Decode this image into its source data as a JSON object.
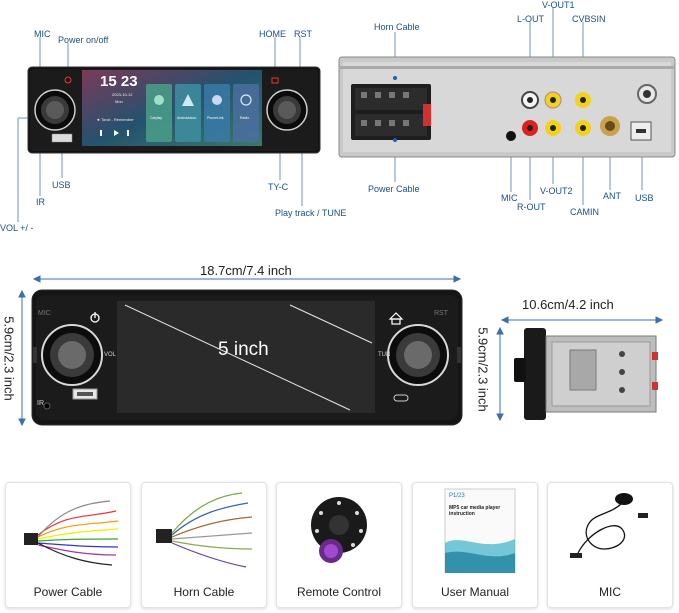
{
  "callouts": {
    "mic": "MIC",
    "power": "Power on/off",
    "home": "HOME",
    "rst": "RST",
    "usb": "USB",
    "ir": "IR",
    "vol": "VOL +/ -",
    "tyc": "TY-C",
    "play": "Play track / TUNE",
    "horn": "Horn Cable",
    "powercable": "Power Cable",
    "lout": "L-OUT",
    "vout1": "V-OUT1",
    "cvbsin": "CVBSIN",
    "micback": "MIC",
    "rout": "R-OUT",
    "vout2": "V-OUT2",
    "camin": "CAMIN",
    "ant": "ANT",
    "usbback": "USB"
  },
  "screen": {
    "time": "15 23",
    "date": "2023-10-12",
    "day": "Mon",
    "track": "◄ Tonzi - Remember",
    "apps": [
      "Carplay",
      "AndroidAuto",
      "PhoneLink",
      "Radio"
    ]
  },
  "front": {
    "width": "18.7cm/7.4 inch",
    "height": "5.9cm/2.3 inch",
    "screen_size": "5 inch",
    "mic_print": "MIC",
    "rst_print": "RST",
    "vol_print": "VOL",
    "tun_print": "TUN",
    "ir_print": "IR"
  },
  "side": {
    "depth": "10.6cm/4.2 inch",
    "height": "5.9cm/2.3 inch"
  },
  "accessories": [
    {
      "label": "Power Cable"
    },
    {
      "label": "Horn Cable"
    },
    {
      "label": "Remote Control"
    },
    {
      "label": "User Manual",
      "manual_title": "MP5 car media player instruction",
      "manual_brand": "P1/23"
    },
    {
      "label": "MIC"
    }
  ]
}
